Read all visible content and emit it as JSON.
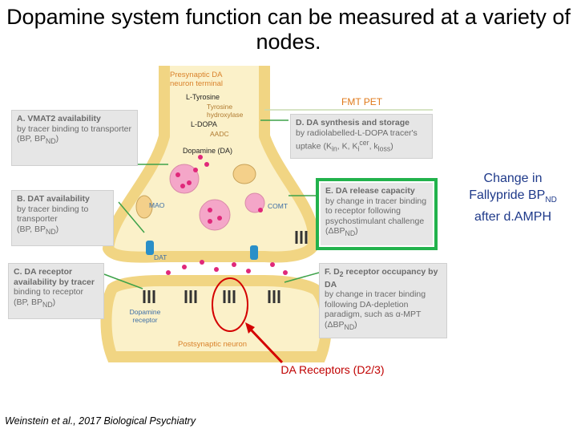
{
  "title": "Dopamine system function can be measured at a variety of nodes.",
  "presynaptic_label": "Presynaptic DA neuron terminal",
  "postsynaptic_label": "Postsynaptic neuron",
  "pathway": {
    "tyrosine": "L-Tyrosine",
    "tyrosine_hydroxylase": "Tyrosine hydroxylase",
    "ldopa": "L-DOPA",
    "aadc": "AADC",
    "dopamine": "Dopamine (DA)"
  },
  "enzymes": {
    "mao": "MAO",
    "comt": "COMT",
    "dat": "DAT",
    "dopamine_receptor": "Dopamine receptor"
  },
  "panels": {
    "a": {
      "head": "A. VMAT2 availability",
      "body": "by tracer binding to transporter",
      "sub": "(BP, BP",
      "subnd": "ND",
      "end": ")"
    },
    "b": {
      "head": "B. DAT availability",
      "body": "by tracer binding to transporter",
      "sub": "(BP, BP",
      "subnd": "ND",
      "end": ")"
    },
    "c": {
      "head": "C. DA receptor availability by tracer",
      "body": "binding to receptor",
      "sub": "(BP, BP",
      "subnd": "ND",
      "end": ")"
    },
    "d": {
      "head": "D. DA synthesis and storage",
      "body": "by radiolabelled-L-DOPA tracer's uptake (K",
      "tail": ", K, K",
      "end": ", k",
      "close": ")"
    },
    "e": {
      "head": "E. DA release capacity",
      "body": "by change in tracer binding to receptor following psychostimulant challenge (ΔBP",
      "subnd": "ND",
      "end": ")"
    },
    "f": {
      "head": "F. D",
      "head2": "2",
      "head3": " receptor occupancy by DA",
      "body": "by change in tracer binding following DA-depletion paradigm, such as α-MPT (ΔBP",
      "subnd": "ND",
      "end": ")"
    }
  },
  "fmt_pet": "FMT PET",
  "change_text": {
    "line1": "Change in",
    "line2": "Fallypride BP",
    "sub": "ND",
    "line3": "after d.AMPH"
  },
  "da_receptors": "DA Receptors (D2/3)",
  "citation": "Weinstein et al., 2017 Biological Psychiatry",
  "colors": {
    "membrane": "#f1d583",
    "green_box": "#22b24c",
    "red": "#d40000",
    "vesicle": "#f4a6c8",
    "dot": "#e0287a"
  }
}
